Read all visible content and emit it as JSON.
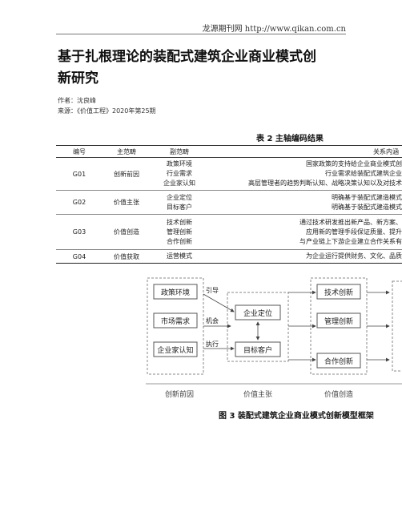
{
  "header": {
    "site": "龙源期刊网 http://www.qikan.com.cn"
  },
  "article": {
    "title_line1": "基于扎根理论的装配式建筑企业商业模式创",
    "title_line2": "新研究",
    "author": "作者：沈良峰",
    "source": "来源：《价值工程》2020年第25期"
  },
  "table": {
    "caption": "表 2   主轴编码结果",
    "headers": [
      "编号",
      "主范畴",
      "副范畴",
      "关系内涵"
    ],
    "rows": [
      {
        "id": "G01",
        "main": "创新前因",
        "subs": [
          "政策环境",
          "行业需求",
          "企业家认知"
        ],
        "relations": [
          "国家政策的支持给企业商业模式创",
          "行业需求给装配式建筑企业",
          "高层管理者的趋势判断认知、战略决策认知以及对技术"
        ]
      },
      {
        "id": "G02",
        "main": "价值主张",
        "subs": [
          "企业定位",
          "目标客户"
        ],
        "relations": [
          "明确基于装配式建造模式",
          "明确基于装配式建造模式"
        ]
      },
      {
        "id": "G03",
        "main": "价值创造",
        "subs": [
          "技术创新",
          "管理创新",
          "合作创新"
        ],
        "relations": [
          "通过技术研发推出新产品、新方案、",
          "应用新的管理手段保证质量、提升",
          "与产业链上下游企业建立合作关系有"
        ]
      },
      {
        "id": "G04",
        "main": "价值获取",
        "subs": [
          "运营模式"
        ],
        "relations": [
          "为企业运行提供财务、文化、品质"
        ]
      }
    ]
  },
  "figure": {
    "caption": "图 3   装配式建筑企业商业模式创新模型框架",
    "antecedents": [
      "政策环境",
      "市场需求",
      "企业家认知"
    ],
    "edges": [
      "引导",
      "机会",
      "执行"
    ],
    "proposition": [
      "企业定位",
      "目标客户"
    ],
    "creation": [
      "技术创新",
      "管理创新",
      "合作创新"
    ],
    "stages": [
      "创新前因",
      "价值主张",
      "价值创造"
    ]
  }
}
